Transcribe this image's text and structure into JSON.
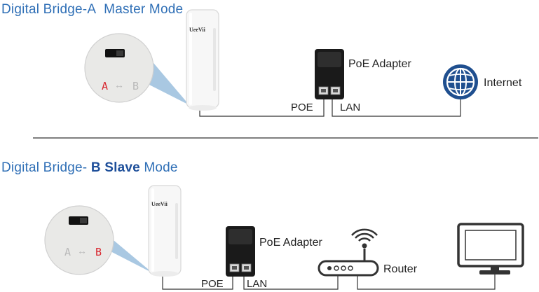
{
  "section_a": {
    "title_part1": "Digital Bridge-A",
    "title_part2": "Master Mode",
    "device_brand": "UeeVii",
    "switch_left": "A",
    "switch_arrow": "↔",
    "switch_right": "B",
    "poe_label": "POE",
    "lan_label": "LAN",
    "adapter_label": "PoE Adapter",
    "internet_label": "Internet"
  },
  "section_b": {
    "title_part1": "Digital Bridge-",
    "title_part2": "B Slave",
    "title_part3": "Mode",
    "device_brand": "UeeVii",
    "switch_left": "A",
    "switch_arrow": "↔",
    "switch_right": "B",
    "poe_label": "POE",
    "lan_label": "LAN",
    "adapter_label": "PoE Adapter",
    "router_label": "Router"
  },
  "colors": {
    "title_blue": "#2f6fb6",
    "globe_blue": "#1f4f8f",
    "switch_red": "#d8262e",
    "switch_gray": "#b9b9b9",
    "line": "#333333",
    "zoom_blue": "#a9c8e2"
  }
}
